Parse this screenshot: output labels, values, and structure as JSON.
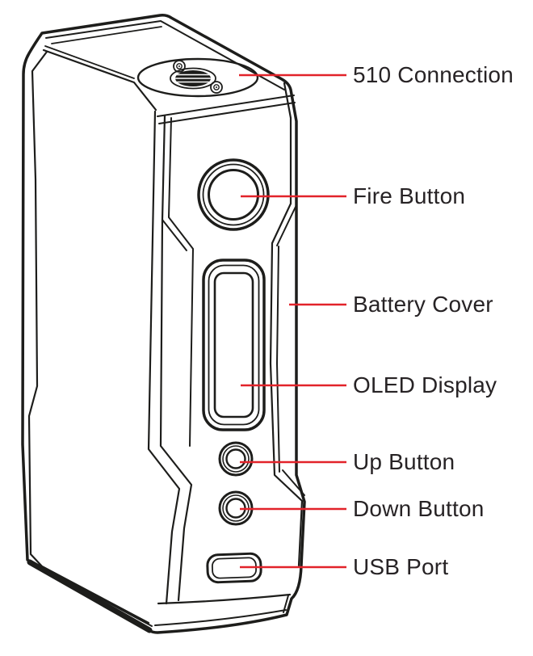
{
  "diagram": {
    "accent_color": "#e2232a",
    "ink_color": "#1d1d1b",
    "callout_labels": [
      "510 Connection",
      "Fire Button",
      "Battery Cover",
      "OLED Display",
      "Up Button",
      "Down Button",
      "USB Port"
    ]
  }
}
